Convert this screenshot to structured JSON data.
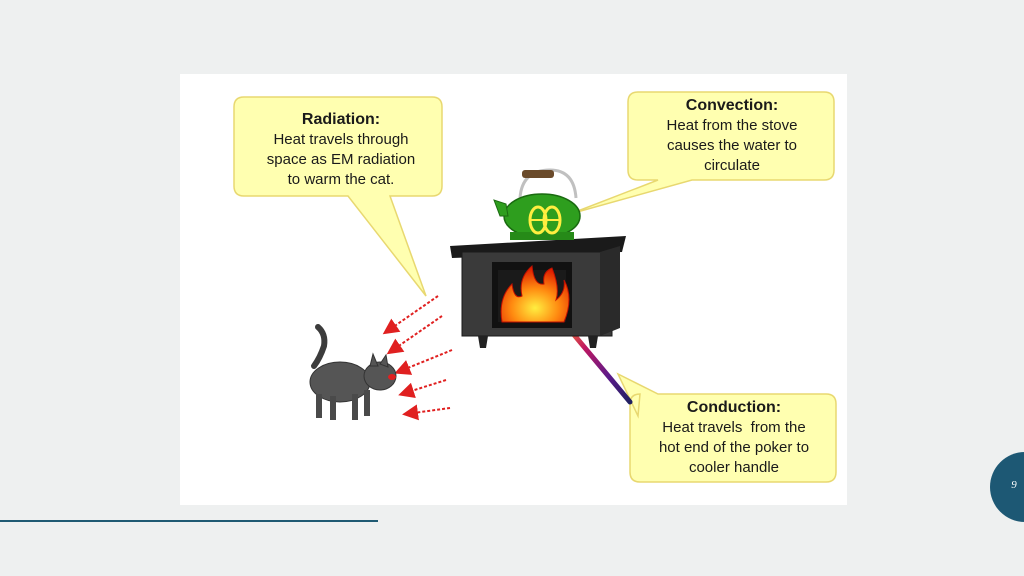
{
  "callouts": {
    "radiation": {
      "title": "Radiation:",
      "lines": [
        "Heat travels through",
        "space as EM radiation",
        "to warm the cat."
      ]
    },
    "convection": {
      "title": "Convection:",
      "lines": [
        "Heat from the stove",
        "causes the water to",
        "circulate"
      ]
    },
    "conduction": {
      "title": "Conduction:",
      "lines": [
        "Heat travels  from the",
        "hot end of the poker to",
        "cooler handle"
      ]
    }
  },
  "slide": {
    "page_number": "9"
  },
  "colors": {
    "callout_fill": "#ffffb0",
    "callout_border": "#e8d870",
    "accent": "#1d5874",
    "stove": "#3a3a3a",
    "kettle": "#2e9e1e",
    "arrows": "#e02020"
  },
  "icons": [
    "cat-icon",
    "stove-icon",
    "kettle-icon",
    "fire-icon",
    "poker-icon"
  ]
}
